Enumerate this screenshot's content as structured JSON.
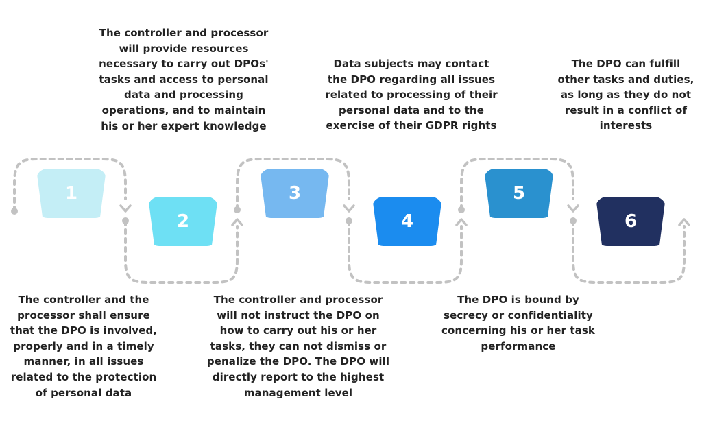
{
  "steps": [
    {
      "number": "1",
      "color": "#c4eef6",
      "text": "The controller and the\nprocessor shall ensure\nthat the DPO is involved,\nproperly and in a timely\nmanner, in all issues\nrelated to the protection\nof personal data"
    },
    {
      "number": "2",
      "color": "#6ee0f4",
      "text": "The controller and processor\nwill provide resources\nnecessary to carry out DPOs'\ntasks and access to personal\ndata and processing\noperations, and to maintain\nhis or her expert knowledge"
    },
    {
      "number": "3",
      "color": "#76b8f0",
      "text": "The controller and processor\nwill not instruct the DPO on\nhow to carry out his or her\ntasks, they can not dismiss or\npenalize the DPO. The DPO will\ndirectly report to the highest\nmanagement level"
    },
    {
      "number": "4",
      "color": "#1b8cef",
      "text": "Data subjects may contact\nthe DPO regarding all issues\nrelated to processing of their\npersonal data and to the\nexercise of their GDPR rights"
    },
    {
      "number": "5",
      "color": "#2a91cf",
      "text": "The DPO is bound by\nsecrecy or confidentiality\nconcerning his or her task\nperformance"
    },
    {
      "number": "6",
      "color": "#213060",
      "text": "The DPO can fulfill\nother tasks and duties,\nas long as they do not\nresult in a conflict of\ninterests"
    }
  ],
  "colors": {
    "connector": "#c2c2c2",
    "text": "#222222"
  },
  "icons": [
    "start-dot",
    "chevron-down-icon",
    "chevron-up-icon"
  ]
}
